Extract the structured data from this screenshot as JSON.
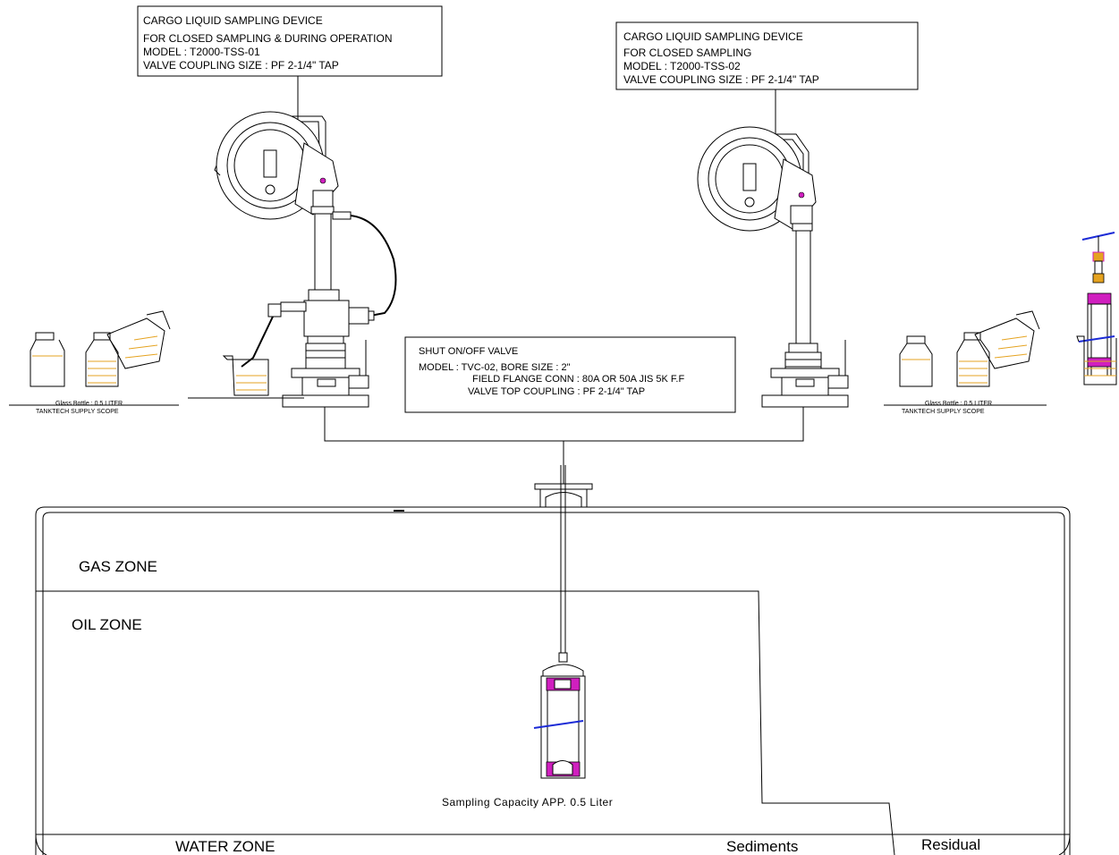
{
  "device_left": {
    "title": "CARGO LIQUID SAMPLING DEVICE",
    "subtitle": "FOR CLOSED SAMPLING & DURING OPERATION",
    "model": "MODEL : T2000-TSS-01",
    "coupling": "VALVE COUPLING SIZE : PF 2-1/4\" TAP"
  },
  "device_right": {
    "title": "CARGO LIQUID SAMPLING DEVICE",
    "subtitle": "FOR CLOSED SAMPLING",
    "model": "MODEL : T2000-TSS-02",
    "coupling": "VALVE COUPLING SIZE : PF 2-1/4\" TAP"
  },
  "valve": {
    "title": "SHUT ON/OFF VALVE",
    "model": "MODEL : TVC-02,  BORE SIZE : 2\"",
    "flange": "FIELD FLANGE CONN : 80A OR 50A  JIS 5K F.F",
    "top_coupling": "VALVE TOP COUPLING : PF 2-1/4\" TAP"
  },
  "bottle_left": {
    "label": "Glass Bottle : 0.5 LITER",
    "scope": "TANKTECH SUPPLY SCOPE"
  },
  "bottle_right": {
    "label": "Glass Bottle : 0.5 LITER",
    "scope": "TANKTECH SUPPLY SCOPE"
  },
  "zones": {
    "gas": "GAS  ZONE",
    "oil": "OIL  ZONE",
    "water": "WATER  ZONE",
    "sediments": "Sediments",
    "residual": "Residual"
  },
  "sampler_caption": "Sampling  Capacity  APP.  0.5  Liter",
  "colors": {
    "line": "#000000",
    "liquid": "#e5a320",
    "seal": "#d01fbf",
    "level_line": "#1c2bd6"
  }
}
